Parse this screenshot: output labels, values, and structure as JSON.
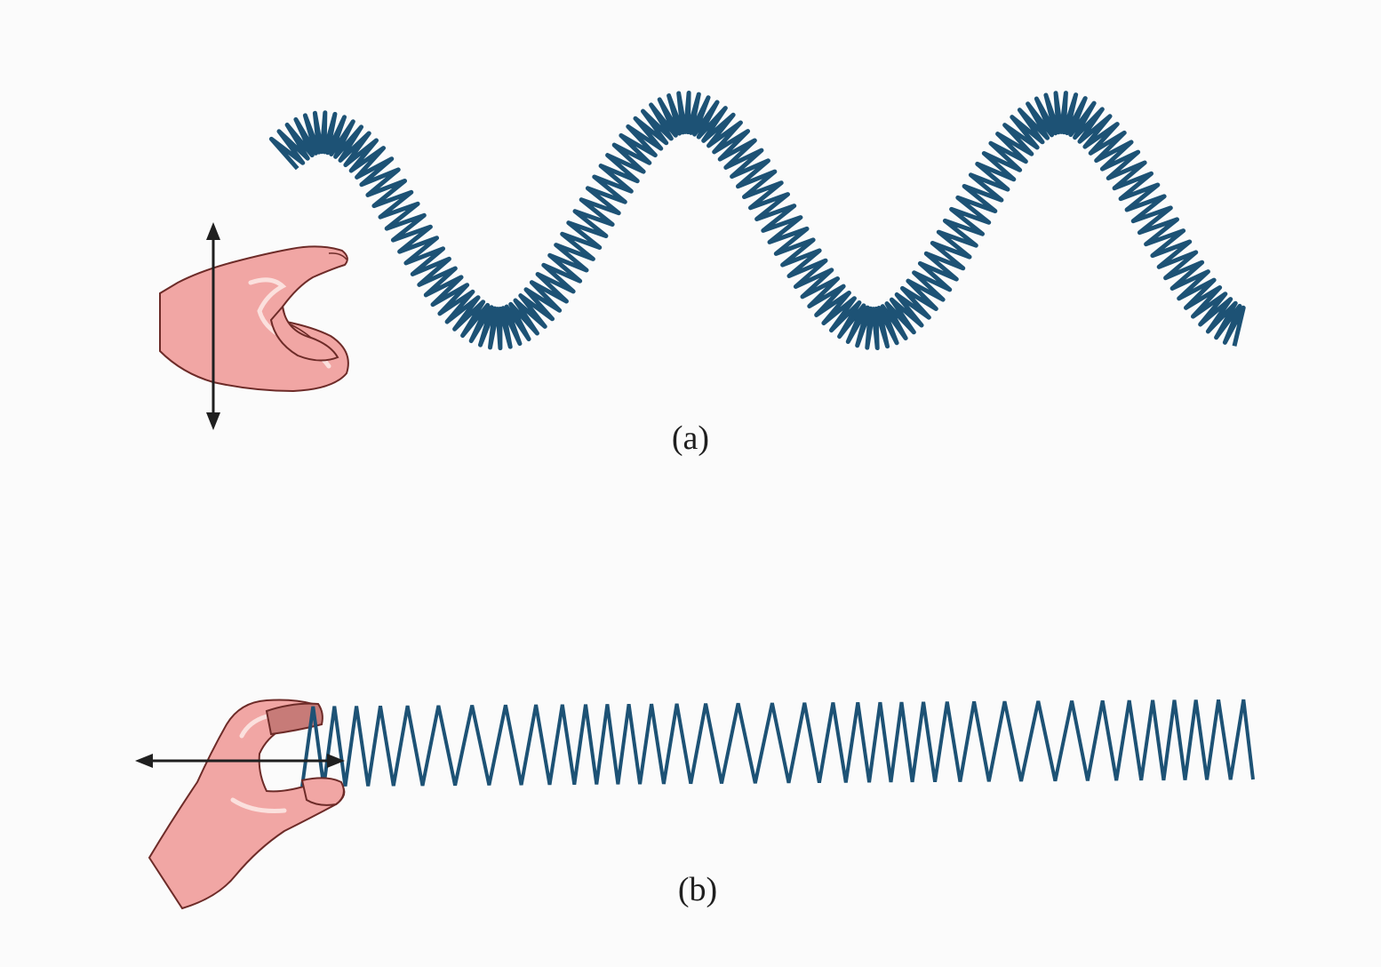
{
  "colors": {
    "background": "#fbfbfb",
    "spring": "#1d5275",
    "skin": "#f1a6a4",
    "skin_outline": "#6d2b28",
    "arrow": "#1f1f1f"
  },
  "panels": [
    {
      "id": "a",
      "label": "(a)",
      "wave_type": "transverse",
      "motion": "up-down"
    },
    {
      "id": "b",
      "label": "(b)",
      "wave_type": "longitudinal",
      "motion": "left-right"
    }
  ]
}
